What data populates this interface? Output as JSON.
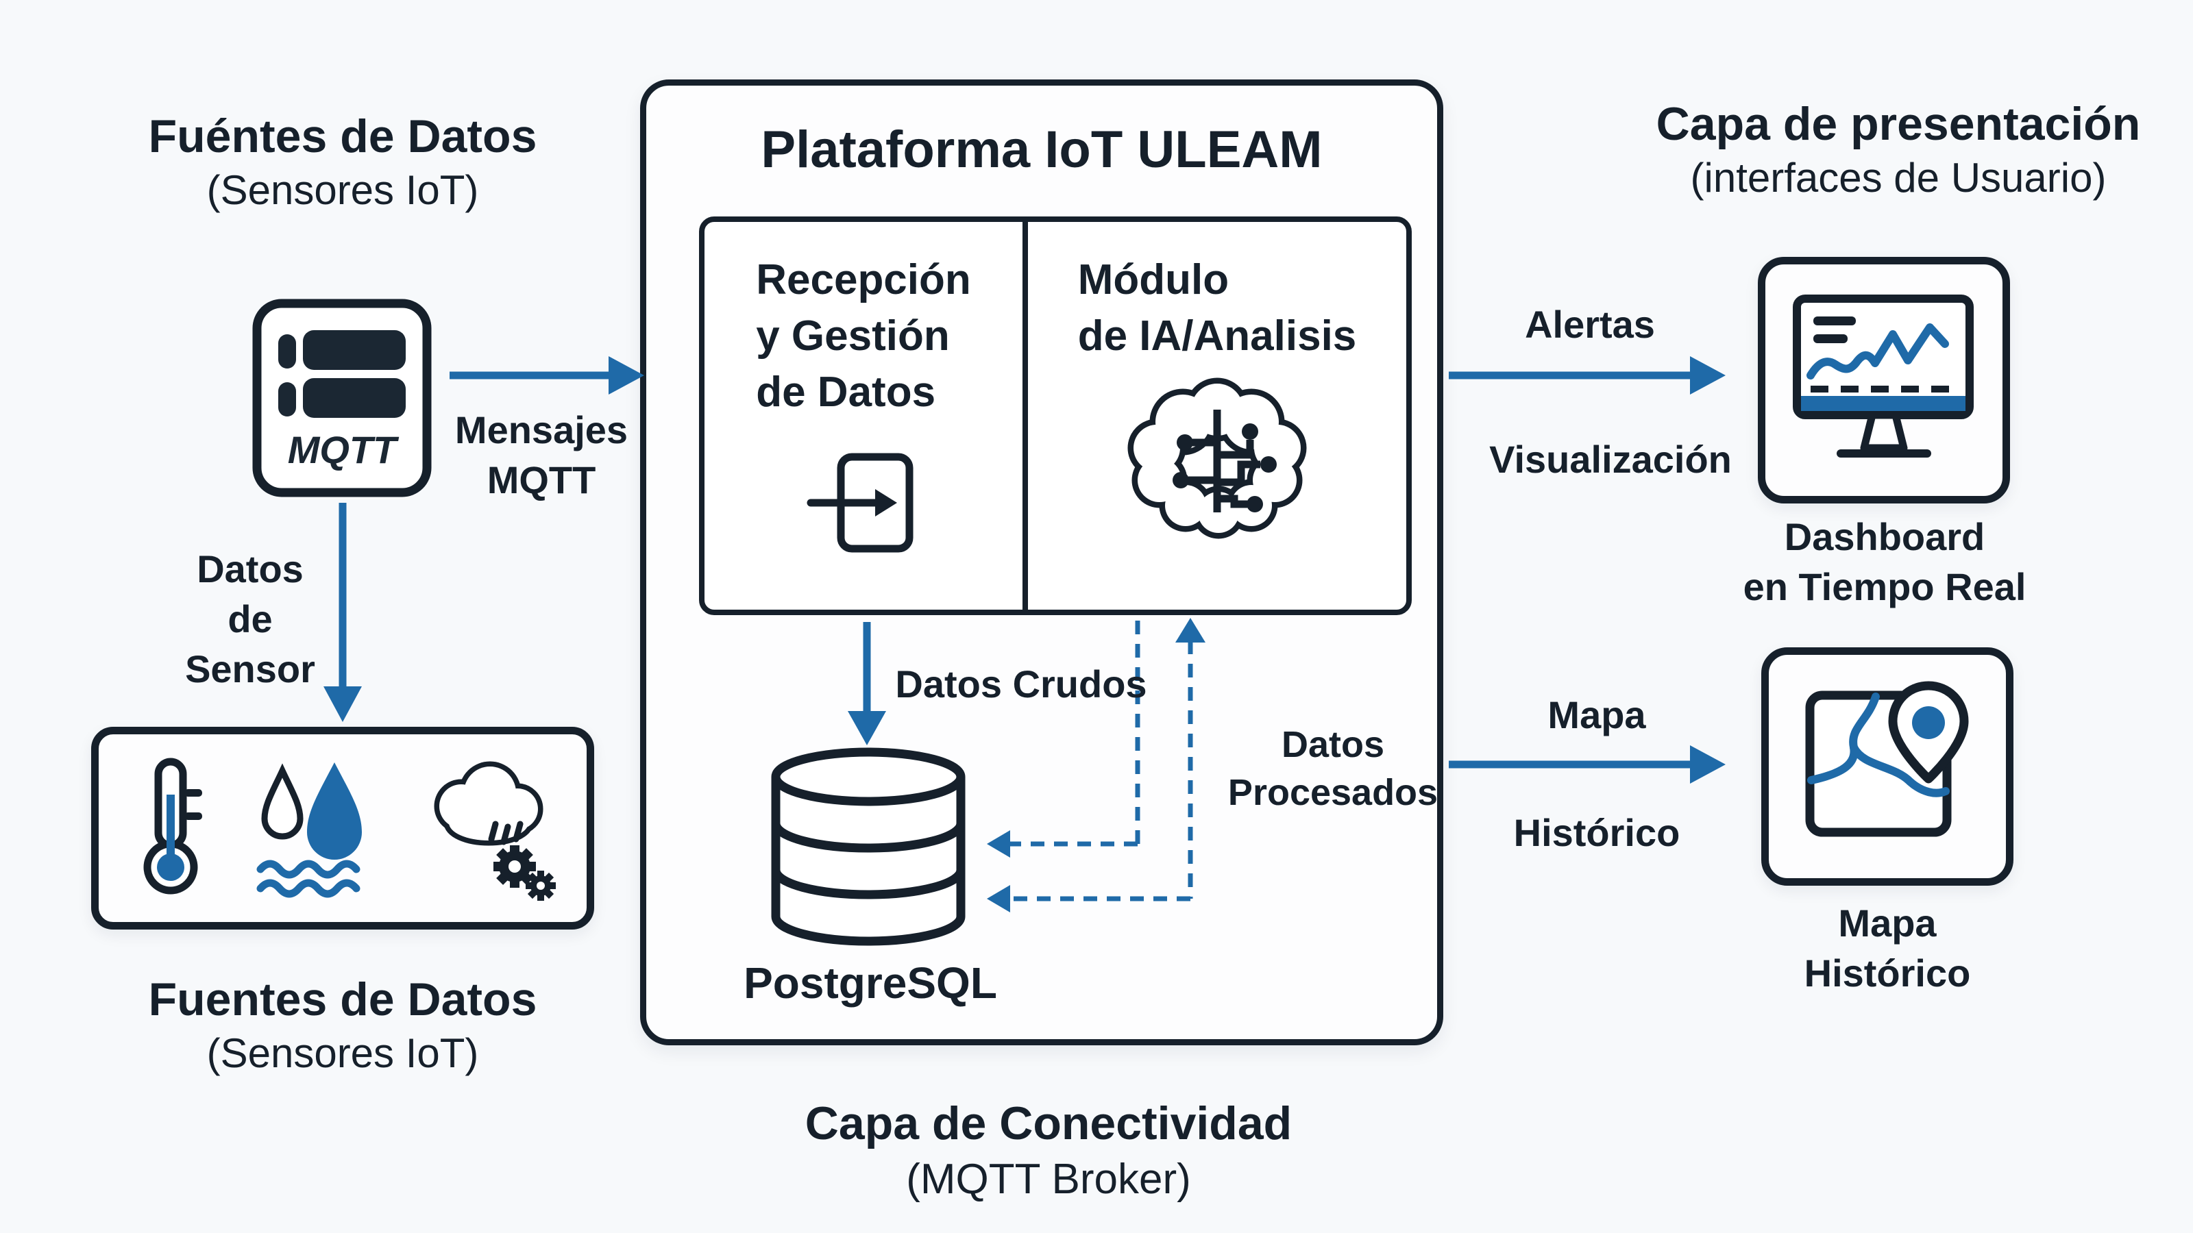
{
  "colors": {
    "accent": "#1f6aa8",
    "ink": "#16202b",
    "bar": "#1b2733",
    "background": "#f7f9fb",
    "box_fill": "#fdfdfe"
  },
  "left": {
    "top_title": "Fuéntes de Datos",
    "top_subtitle": "(Sensores IoT)",
    "device_label": "MQTT",
    "mensajes_label": "Mensajes\nMQTT",
    "datos_sensor_label": "Datos\nde Sensor",
    "bottom_title": "Fuentes de Datos",
    "bottom_subtitle": "(Sensores IoT)"
  },
  "platform": {
    "title": "Plataforma IoT ULEAM",
    "reception_label": "Recepción\ny Gestión\nde Datos",
    "ia_label": "Módulo\nde IA/Analisis",
    "datos_crudos_label": "Datos Crudos",
    "datos_procesados_label": "Datos\nProcesados",
    "database_label": "PostgreSQL",
    "footer_title": "Capa de Conectividad",
    "footer_subtitle": "(MQTT Broker)"
  },
  "presentation": {
    "title": "Capa de presentación",
    "subtitle": "(interfaces de Usuario)",
    "alertas_label": "Alertas",
    "visualizacion_label": "Visualización",
    "dashboard_label": "Dashboard\nen Tiempo Real",
    "mapa_label": "Mapa",
    "historico_label": "Histórico",
    "mapa_historico_label": "Mapa\nHistórico"
  },
  "icons": {
    "device": "mqtt-device-icon",
    "thermometer": "thermometer-icon",
    "humidity": "water-drops-icon",
    "weather": "cloud-rain-gears-icon",
    "reception": "data-import-icon",
    "ia": "ai-brain-icon",
    "database": "database-cylinder-icon",
    "dashboard": "monitor-chart-icon",
    "map": "map-location-pin-icon"
  }
}
